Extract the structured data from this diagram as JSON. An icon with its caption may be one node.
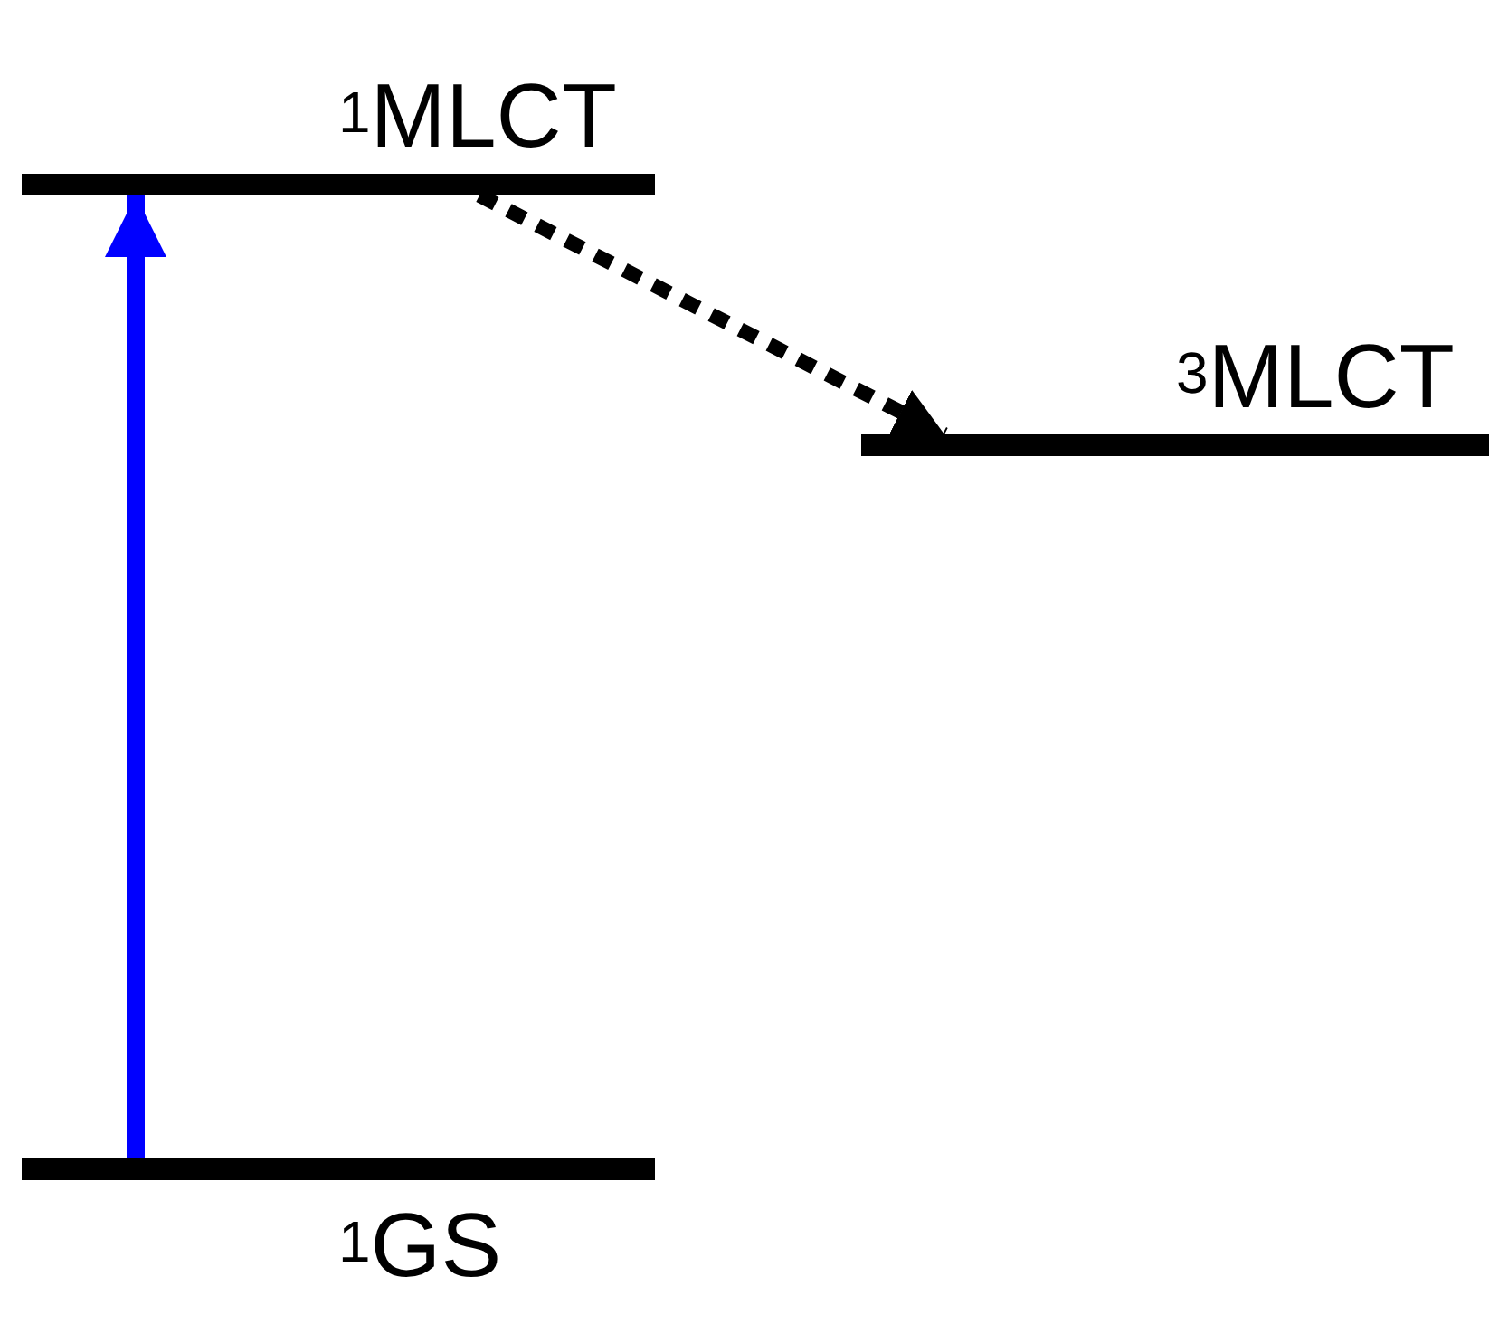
{
  "diagram": {
    "nodes": [
      {
        "text": [
          "$^{1}$MLCT"
        ]
      },
      {
        "text": [
          "$^{3}$MLCT"
        ]
      },
      {
        "text": [
          "$^{1}$GS"
        ]
      }
    ],
    "edges": [
      {
        "from": 2,
        "to": 0,
        "arrow": "to",
        "color": "#0000ff"
      },
      {
        "from": 0,
        "to": 1,
        "arrow": "to",
        "style": "dashed",
        "color": "#000000"
      }
    ]
  }
}
